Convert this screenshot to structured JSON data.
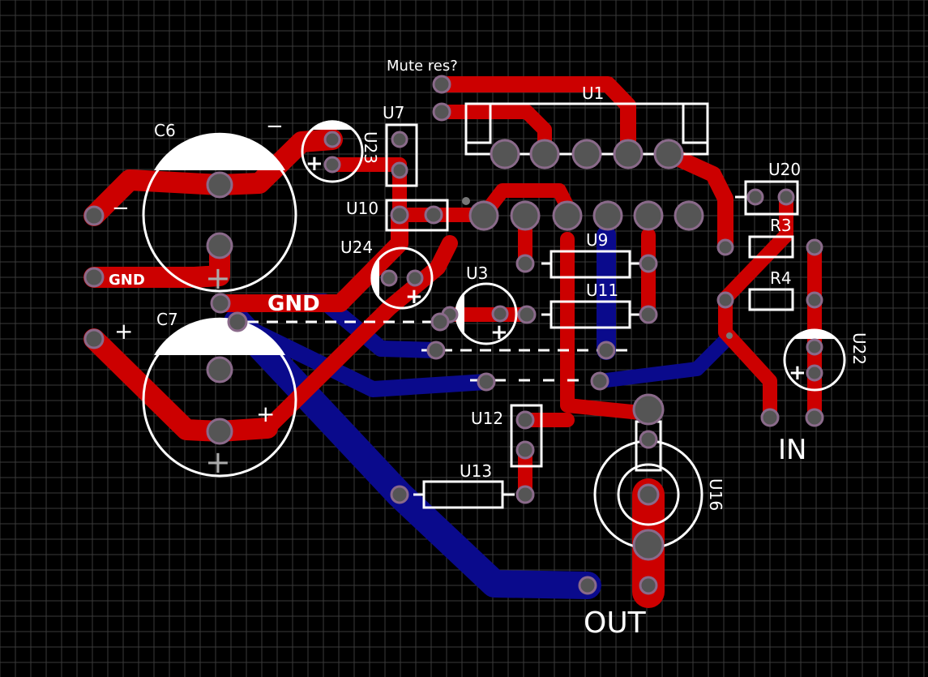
{
  "colors": {
    "background": "#000000",
    "grid": "#3a3a3a",
    "top_copper": "#cc0000",
    "bottom_copper": "#0a0a8c",
    "silkscreen": "#ffffff",
    "pad": "#555555",
    "pad_ring": "#8a6a8a"
  },
  "labels": {
    "mute": "Mute res?",
    "u1": "U1",
    "u7": "U7",
    "u23": "U23",
    "u20": "U20",
    "c6": "C6",
    "c7": "C7",
    "u10": "U10",
    "u24": "U24",
    "u3": "U3",
    "u9": "U9",
    "u11": "U11",
    "r3": "R3",
    "r4": "R4",
    "u22": "U22",
    "u12": "U12",
    "u13": "U13",
    "u16": "U16",
    "gnd_small": "GND",
    "gnd_large": "GND",
    "in": "IN",
    "out": "OUT",
    "minus": "−",
    "plus": "+"
  }
}
